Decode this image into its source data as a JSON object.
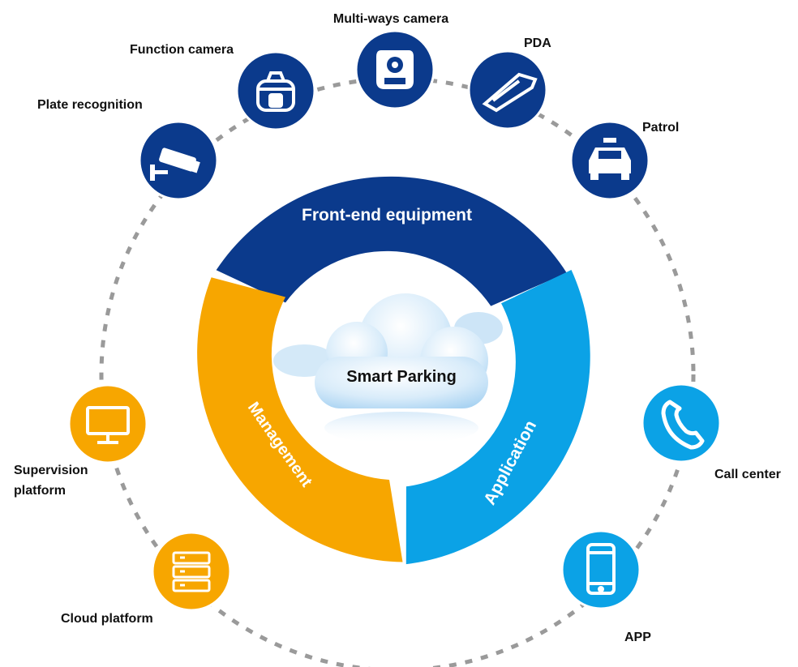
{
  "center": {
    "label": "Smart Parking"
  },
  "ring": {
    "front_end": {
      "label": "Front-end equipment",
      "color": "#0b3a8c"
    },
    "management": {
      "label": "Management",
      "color": "#f7a600"
    },
    "application": {
      "label": "Application",
      "color": "#0ba2e6"
    }
  },
  "nodes": {
    "plate_recognition": {
      "label": "Plate recognition",
      "icon": "cctv-camera-icon",
      "color": "#0b3a8c"
    },
    "function_camera": {
      "label": "Function camera",
      "icon": "dome-camera-icon",
      "color": "#0b3a8c"
    },
    "multi_ways_camera": {
      "label": "Multi-ways camera",
      "icon": "multi-camera-icon",
      "color": "#0b3a8c"
    },
    "pda": {
      "label": "PDA",
      "icon": "handheld-scanner-icon",
      "color": "#0b3a8c"
    },
    "patrol": {
      "label": "Patrol",
      "icon": "police-car-icon",
      "color": "#0b3a8c"
    },
    "supervision_platform": {
      "label_line1": "Supervision",
      "label_line2": "platform",
      "icon": "monitor-icon",
      "color": "#f7a600"
    },
    "cloud_platform": {
      "label": "Cloud platform",
      "icon": "server-icon",
      "color": "#f7a600"
    },
    "call_center": {
      "label": "Call center",
      "icon": "phone-icon",
      "color": "#0ba2e6"
    },
    "app": {
      "label": "APP",
      "icon": "smartphone-icon",
      "color": "#0ba2e6"
    }
  }
}
